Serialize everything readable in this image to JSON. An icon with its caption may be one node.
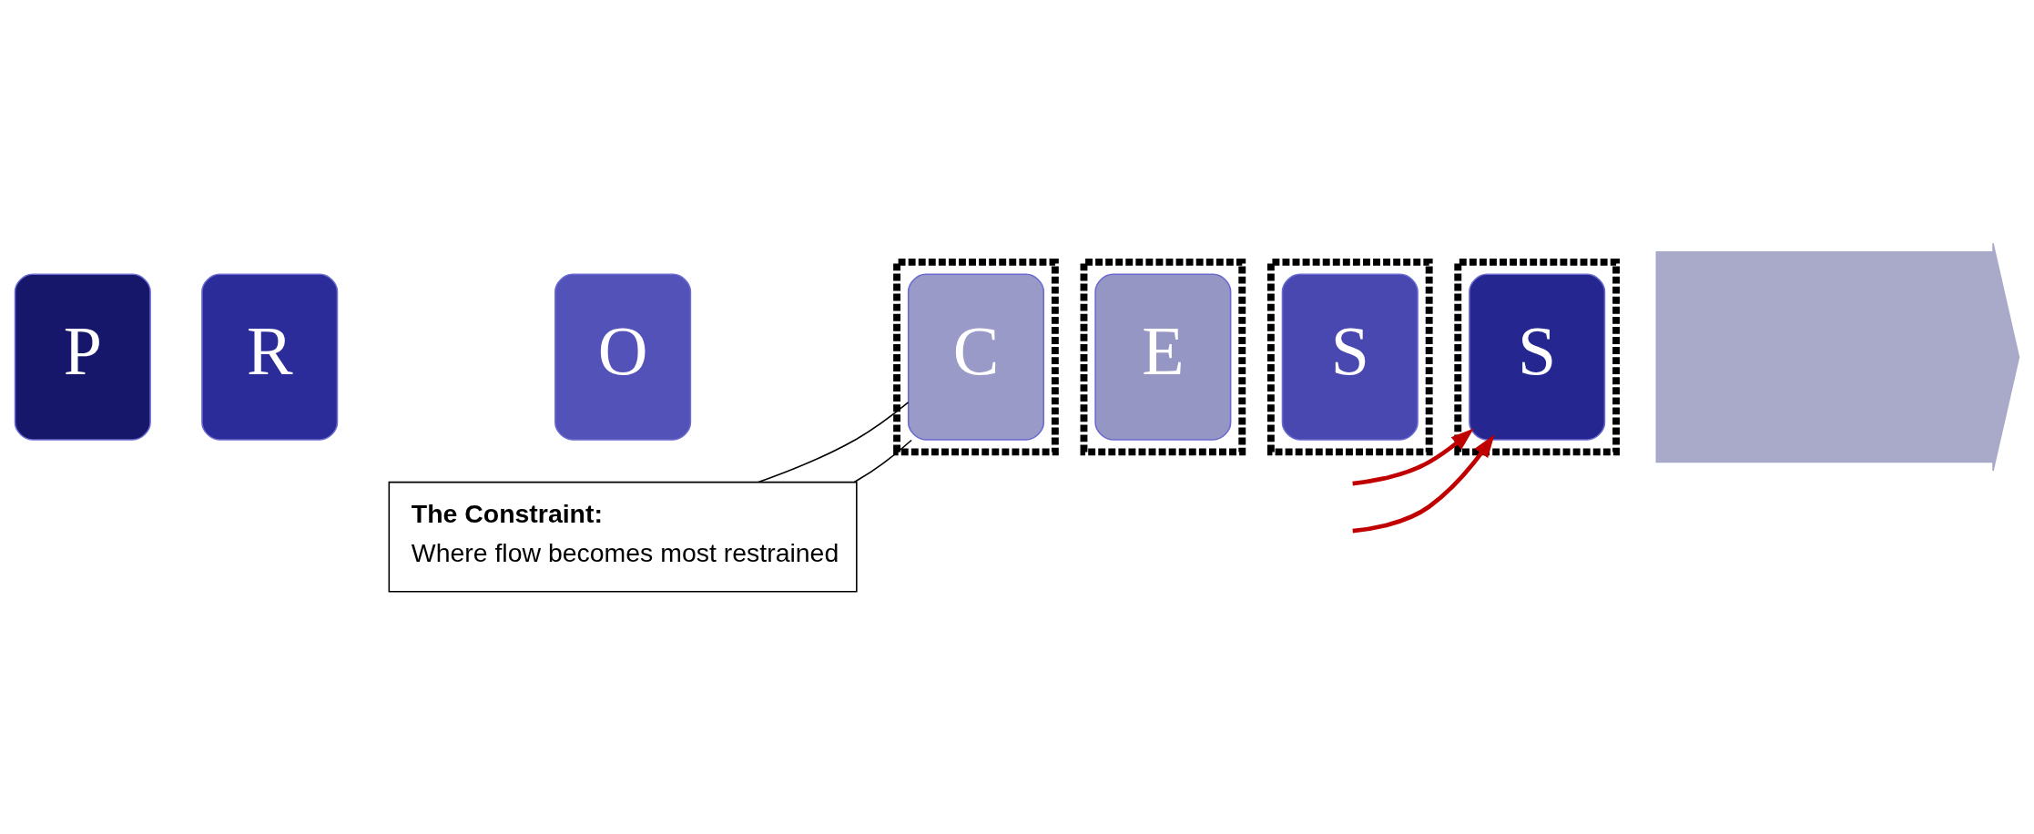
{
  "diagram": {
    "nodes": [
      {
        "text": [],
        "shape": "arrow"
      },
      {
        "text": [
          "P"
        ]
      },
      {
        "text": [
          "R"
        ]
      },
      {
        "text": [
          "O"
        ]
      },
      {
        "text": [],
        "shape": "box"
      },
      {
        "text": [
          "C"
        ],
        "in": 4
      },
      {
        "text": [],
        "shape": "box"
      },
      {
        "text": [
          "E"
        ],
        "in": 6
      },
      {
        "text": [],
        "shape": "box"
      },
      {
        "text": [
          "S"
        ],
        "in": 8
      },
      {
        "text": [],
        "shape": "box"
      },
      {
        "text": [
          "S"
        ],
        "in": 10
      },
      {
        "text": [
          "The Constraint:",
          "Where flow becomes most restrained"
        ]
      }
    ],
    "edges": [
      {
        "from": null,
        "to": 11,
        "arrow": "to",
        "color": "#c00000"
      },
      {
        "from": null,
        "to": 11,
        "arrow": "to",
        "color": "#c00000"
      },
      {
        "from": 12,
        "to": 5,
        "arrow": "none",
        "color": "#000000"
      },
      {
        "from": 12,
        "to": 5,
        "arrow": "none",
        "color": "#000000"
      }
    ]
  }
}
